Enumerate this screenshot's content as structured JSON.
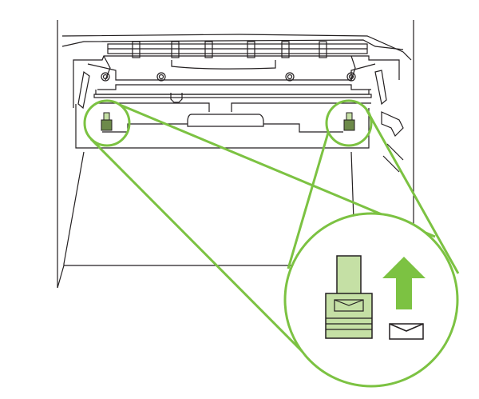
{
  "colors": {
    "accent": "#7cc242",
    "latch_fill": "#c5e0a5",
    "latch_dark": "#6d8a4a",
    "outline": "#231f20",
    "background": "#ffffff"
  },
  "icons": [
    "printer-envelope-area",
    "envelope-latch-left",
    "envelope-latch-right",
    "magnify-callout",
    "arrow-up-icon",
    "envelope-icon"
  ]
}
